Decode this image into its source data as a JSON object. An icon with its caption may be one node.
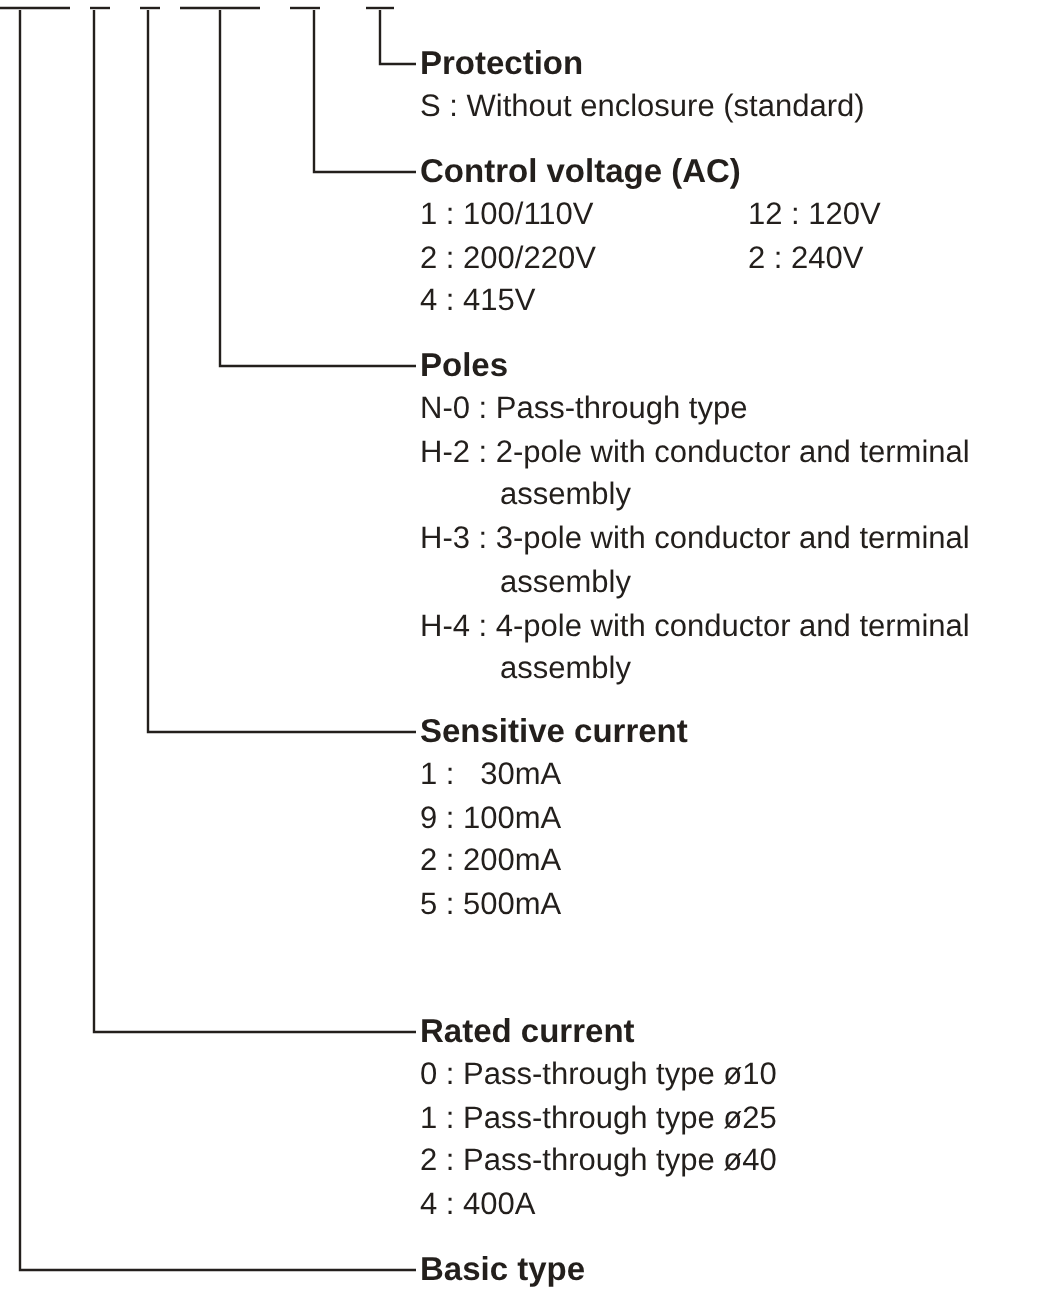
{
  "diagram": {
    "nodes": [
      {
        "text": [
          "Protection",
          "S : Without enclosure (standard)"
        ]
      },
      {
        "text": [
          "Control voltage (AC)",
          "1 : 100/110V",
          "12 : 120V",
          "2 : 200/220V",
          "2 : 240V",
          "4 : 415V"
        ]
      },
      {
        "text": [
          "Poles",
          "N-0 : Pass-through type",
          "H-2 : 2-pole with conductor and terminal assembly",
          "H-3 : 3-pole with conductor and terminal assembly",
          "H-4 : 4-pole with conductor and terminal assembly"
        ]
      },
      {
        "text": [
          "Sensitive current",
          "1 :   30mA",
          "9 : 100mA",
          "2 : 200mA",
          "5 : 500mA"
        ]
      },
      {
        "text": [
          "Rated current",
          "0 : Pass-through type ø10",
          "1 : Pass-through type ø25",
          "2 : Pass-through type ø40",
          "4 : 400A"
        ]
      },
      {
        "text": [
          "Basic type"
        ]
      }
    ],
    "edges": [
      {
        "from": null,
        "to": 0,
        "arrow": "none"
      },
      {
        "from": null,
        "to": 1,
        "arrow": "none"
      },
      {
        "from": null,
        "to": 2,
        "arrow": "none"
      },
      {
        "from": null,
        "to": 3,
        "arrow": "none"
      },
      {
        "from": null,
        "to": 4,
        "arrow": "none"
      },
      {
        "from": null,
        "to": 5,
        "arrow": "none"
      }
    ]
  }
}
